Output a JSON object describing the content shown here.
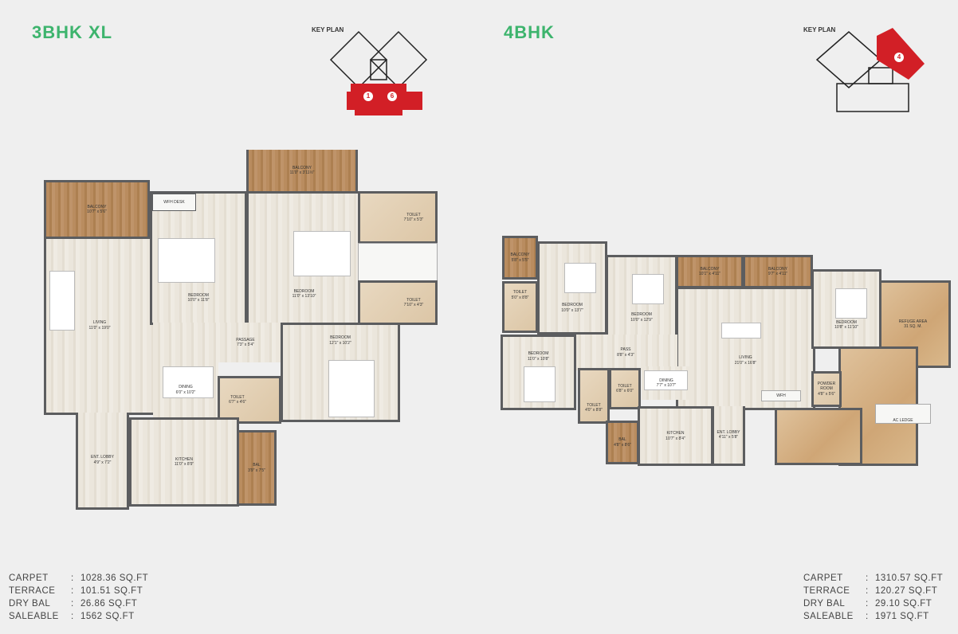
{
  "plans": [
    {
      "title": "3BHK XL",
      "key_plan_label": "KEY PLAN",
      "key_plan_units": [
        "1",
        "6"
      ],
      "rooms": [
        {
          "name": "BALCONY",
          "dim": "10'7\" x 5'6\""
        },
        {
          "name": "WFH DESK",
          "dim": ""
        },
        {
          "name": "BALCONY",
          "dim": "11'0\" x 3'11½\""
        },
        {
          "name": "TOILET",
          "dim": "7'10\" x 5'3\""
        },
        {
          "name": "LIVING",
          "dim": "11'0\" x 19'0\""
        },
        {
          "name": "BEDROOM",
          "dim": "10'0\" x 11'8\""
        },
        {
          "name": "BEDROOM",
          "dim": "11'0\" x 13'10\""
        },
        {
          "name": "TOILET",
          "dim": "7'10\" x 4'3\""
        },
        {
          "name": "PASSAGE",
          "dim": "7'3\" x 5'4\""
        },
        {
          "name": "BEDROOM",
          "dim": "12'1\" x 10'2\""
        },
        {
          "name": "DINING",
          "dim": "6'0\" x 10'2\""
        },
        {
          "name": "TOILET",
          "dim": "6'7\" x 4'6\""
        },
        {
          "name": "ENT. LOBBY",
          "dim": "4'9\" x 7'2\""
        },
        {
          "name": "KITCHEN",
          "dim": "11'0\" x 8'9\""
        },
        {
          "name": "BAL",
          "dim": "3'9\" x 7'5\""
        }
      ],
      "areas": [
        {
          "label": "CARPET",
          "value": "1028.36 SQ.FT"
        },
        {
          "label": "TERRACE",
          "value": "101.51 SQ.FT"
        },
        {
          "label": "DRY BAL",
          "value": "26.86 SQ.FT"
        },
        {
          "label": "SALEABLE",
          "value": "1562 SQ.FT"
        }
      ]
    },
    {
      "title": "4BHK",
      "key_plan_label": "KEY PLAN",
      "key_plan_units": [
        "4"
      ],
      "rooms": [
        {
          "name": "BALCONY",
          "dim": "5'8\" x 5'5\""
        },
        {
          "name": "TOILET",
          "dim": "5'0\" x 8'8\""
        },
        {
          "name": "BEDROOM",
          "dim": "10'0\" x 13'7\""
        },
        {
          "name": "BEDROOM",
          "dim": "10'0\" x 12'9\""
        },
        {
          "name": "BALCONY",
          "dim": "10'1\" x 4'11\""
        },
        {
          "name": "BALCONY",
          "dim": "9'7\" x 4'11\""
        },
        {
          "name": "BEDROOM",
          "dim": "10'8\" x 11'10\""
        },
        {
          "name": "REFUGE AREA",
          "dim": "31 SQ. M."
        },
        {
          "name": "PASS",
          "dim": "8'8\" x 4'3\""
        },
        {
          "name": "BEDROOM",
          "dim": "11'0\" x 10'8\""
        },
        {
          "name": "LIVING",
          "dim": "21'0\" x 16'8\""
        },
        {
          "name": "DINING",
          "dim": "7'7\" x 10'7\""
        },
        {
          "name": "TOILET",
          "dim": "6'8\" x 6'0\""
        },
        {
          "name": "TOILET",
          "dim": "4'0\" x 8'8\""
        },
        {
          "name": "POWDER ROOM",
          "dim": "4'8\" x 5'6\""
        },
        {
          "name": "WFH",
          "dim": ""
        },
        {
          "name": "ENT. LOBBY",
          "dim": "4'11\" x 5'8\""
        },
        {
          "name": "BAL",
          "dim": "4'8\" x 8'6\""
        },
        {
          "name": "KITCHEN",
          "dim": "10'7\" x 8'4\""
        },
        {
          "name": "AC LEDGE",
          "dim": ""
        }
      ],
      "areas": [
        {
          "label": "CARPET",
          "value": "1310.57 SQ.FT"
        },
        {
          "label": "TERRACE",
          "value": "120.27 SQ.FT"
        },
        {
          "label": "DRY BAL",
          "value": "29.10 SQ.FT"
        },
        {
          "label": "SALEABLE",
          "value": "1971 SQ.FT"
        }
      ]
    }
  ],
  "colors": {
    "title": "#3db46d",
    "key_highlight": "#d21f26",
    "wall": "#5c5d5f"
  }
}
